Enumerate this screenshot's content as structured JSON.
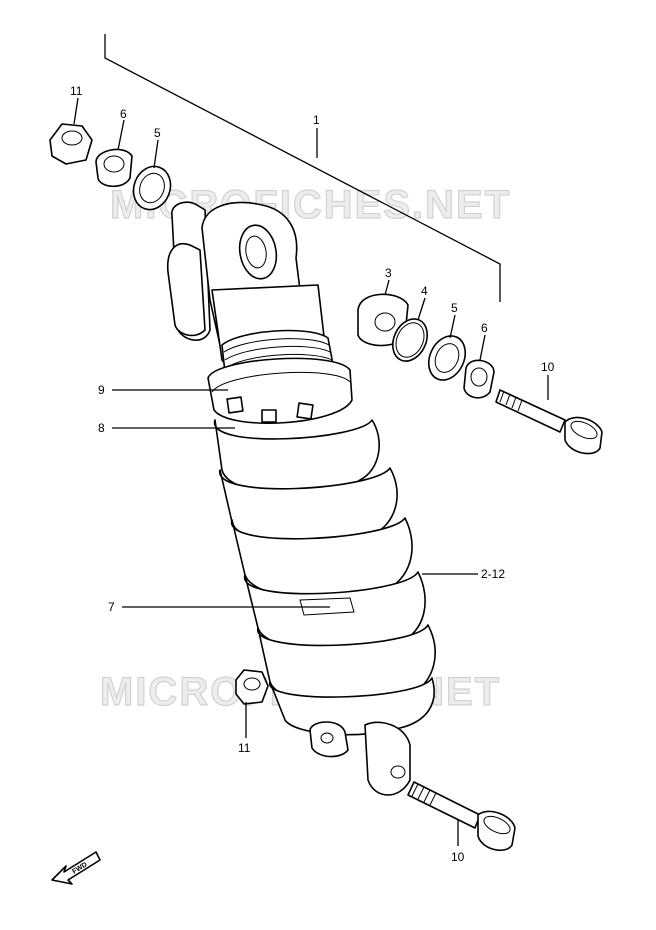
{
  "watermark": {
    "text": "MICROFICHES.NET"
  },
  "direction_label": "FWD",
  "callouts": [
    {
      "id": "c-11-top",
      "label": "11"
    },
    {
      "id": "c-6-top",
      "label": "6"
    },
    {
      "id": "c-5-top",
      "label": "5"
    },
    {
      "id": "c-1",
      "label": "1"
    },
    {
      "id": "c-3",
      "label": "3"
    },
    {
      "id": "c-4",
      "label": "4"
    },
    {
      "id": "c-5-right",
      "label": "5"
    },
    {
      "id": "c-6-right",
      "label": "6"
    },
    {
      "id": "c-10-top",
      "label": "10"
    },
    {
      "id": "c-9",
      "label": "9"
    },
    {
      "id": "c-8",
      "label": "8"
    },
    {
      "id": "c-2-12",
      "label": "2-12"
    },
    {
      "id": "c-7",
      "label": "7"
    },
    {
      "id": "c-11-bottom",
      "label": "11"
    },
    {
      "id": "c-10-bottom",
      "label": "10"
    }
  ]
}
